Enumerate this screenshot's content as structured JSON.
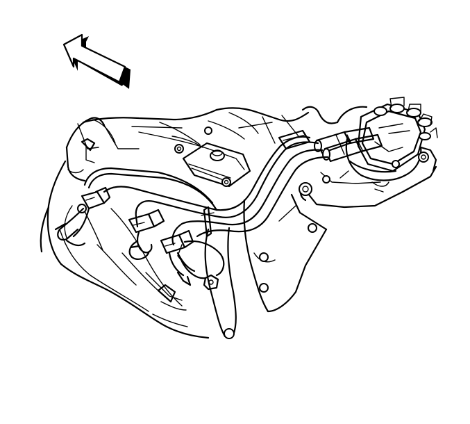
{
  "diagram": {
    "background": "#ffffff",
    "line_color": "#000000",
    "arrow": {
      "icon": "front-direction-arrow-icon"
    },
    "components": [
      {
        "name": "intake-manifold",
        "icon": "manifold-outline"
      },
      {
        "name": "spark-plug-wires",
        "icon": "wire-bundle"
      },
      {
        "name": "wire-loom-retainer",
        "icon": "clip"
      },
      {
        "name": "spark-plug-boots",
        "icon": "boot"
      },
      {
        "name": "ignition-distributor",
        "icon": "distributor"
      },
      {
        "name": "throttle-body-stud",
        "icon": "bolt"
      },
      {
        "name": "bracket-bolts",
        "icon": "bolt"
      }
    ]
  }
}
